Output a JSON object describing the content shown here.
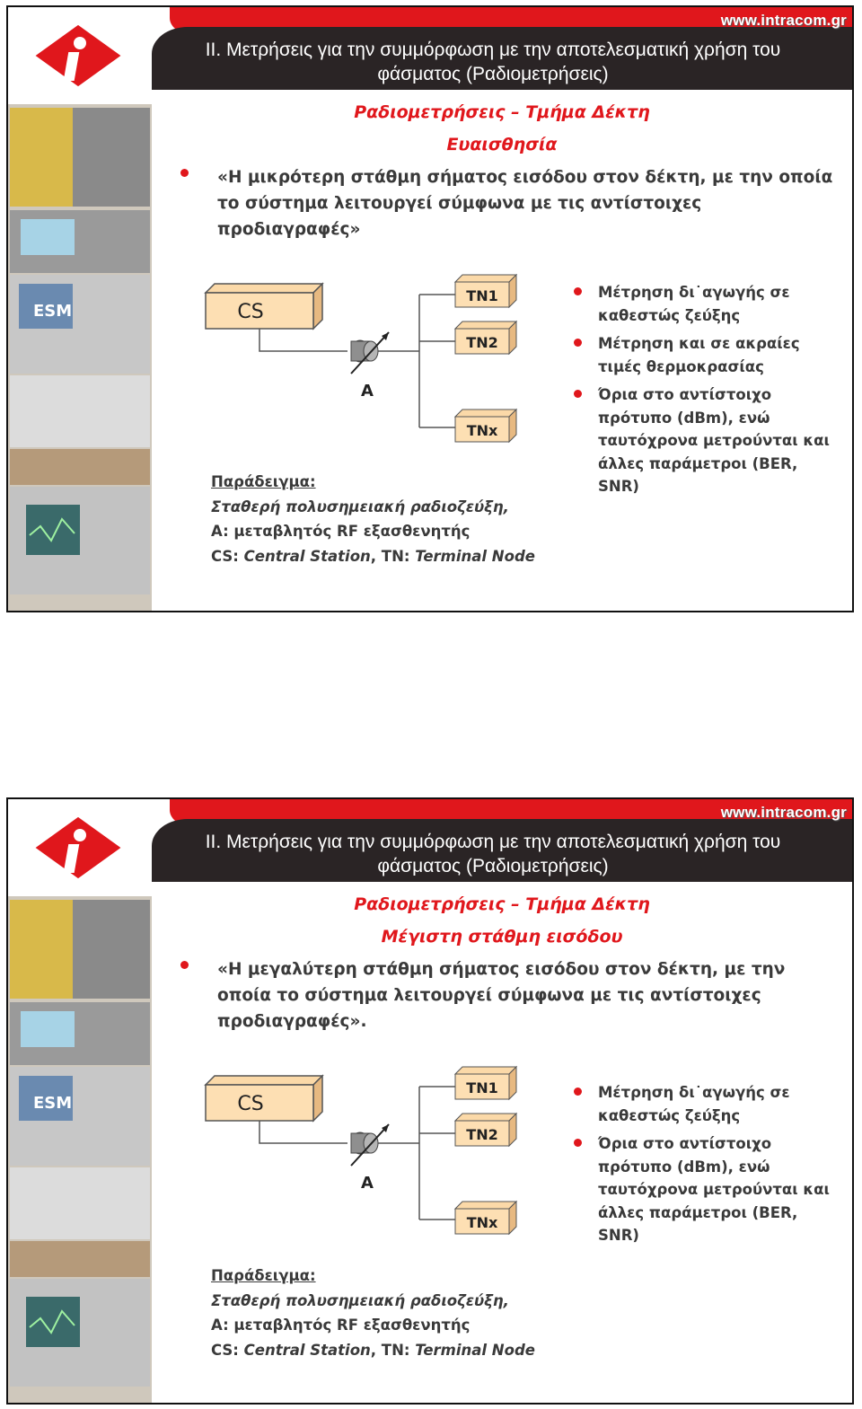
{
  "slides": [
    {
      "header": {
        "url": "www.intracom.gr",
        "title_line1": "ΙΙ. Μετρήσεις για την συμμόρφωση με την αποτελεσματική χρήση του",
        "title_line2": "φάσματος (Ραδιομετρήσεις)"
      },
      "section_title": "Ραδιομετρήσεις – Τμήμα Δέκτη",
      "subtitle": "Ευαισθησία",
      "definition": "«Η μικρότερη στάθμη σήματος εισόδου στον δέκτη, με την οποία το σύστημα λειτουργεί σύμφωνα με τις αντίστοιχες προδιαγραφές»",
      "diagram": {
        "cs": "CS",
        "attenuator": "A",
        "tn1": "TN1",
        "tn2": "TN2",
        "tnx": "TNx"
      },
      "bullets": [
        "Μέτρηση δι˙αγωγής σε καθεστώς ζεύξης",
        "Μέτρηση και σε ακραίες τιμές θερμοκρασίας",
        "Όρια στο αντίστοιχο πρότυπο (dBm), ενώ ταυτόχρονα μετρούνται και άλλες παράμετροι (BER, SNR)"
      ],
      "example": {
        "label": "Παράδειγμα:",
        "line1": "Σταθερή πολυσημειακή ραδιοζεύξη,",
        "line2": "A: μεταβλητός RF εξασθενητής",
        "line3_a": "CS: ",
        "line3_b": "Central Station",
        "line3_c": ", TN: ",
        "line3_d": "Terminal Node"
      }
    },
    {
      "header": {
        "url": "www.intracom.gr",
        "title_line1": "ΙΙ. Μετρήσεις για την συμμόρφωση με την αποτελεσματική χρήση του",
        "title_line2": "φάσματος (Ραδιομετρήσεις)"
      },
      "section_title": "Ραδιομετρήσεις – Τμήμα Δέκτη",
      "subtitle": "Μέγιστη στάθμη εισόδου",
      "definition": "«Η μεγαλύτερη στάθμη σήματος εισόδου στον δέκτη, με την οποία το σύστημα λειτουργεί σύμφωνα με τις αντίστοιχες προδιαγραφές».",
      "diagram": {
        "cs": "CS",
        "attenuator": "A",
        "tn1": "TN1",
        "tn2": "TN2",
        "tnx": "TNx"
      },
      "bullets": [
        "Μέτρηση δι˙αγωγής σε καθεστώς ζεύξης",
        "Όρια στο αντίστοιχο πρότυπο (dBm), ενώ ταυτόχρονα μετρούνται και άλλες παράμετροι (BER, SNR)"
      ],
      "example": {
        "label": "Παράδειγμα:",
        "line1": "Σταθερή πολυσημειακή ραδιοζεύξη,",
        "line2": "A: μεταβλητός RF εξασθενητής",
        "line3_a": "CS: ",
        "line3_b": "Central Station",
        "line3_c": ", TN: ",
        "line3_d": "Terminal Node"
      }
    }
  ]
}
